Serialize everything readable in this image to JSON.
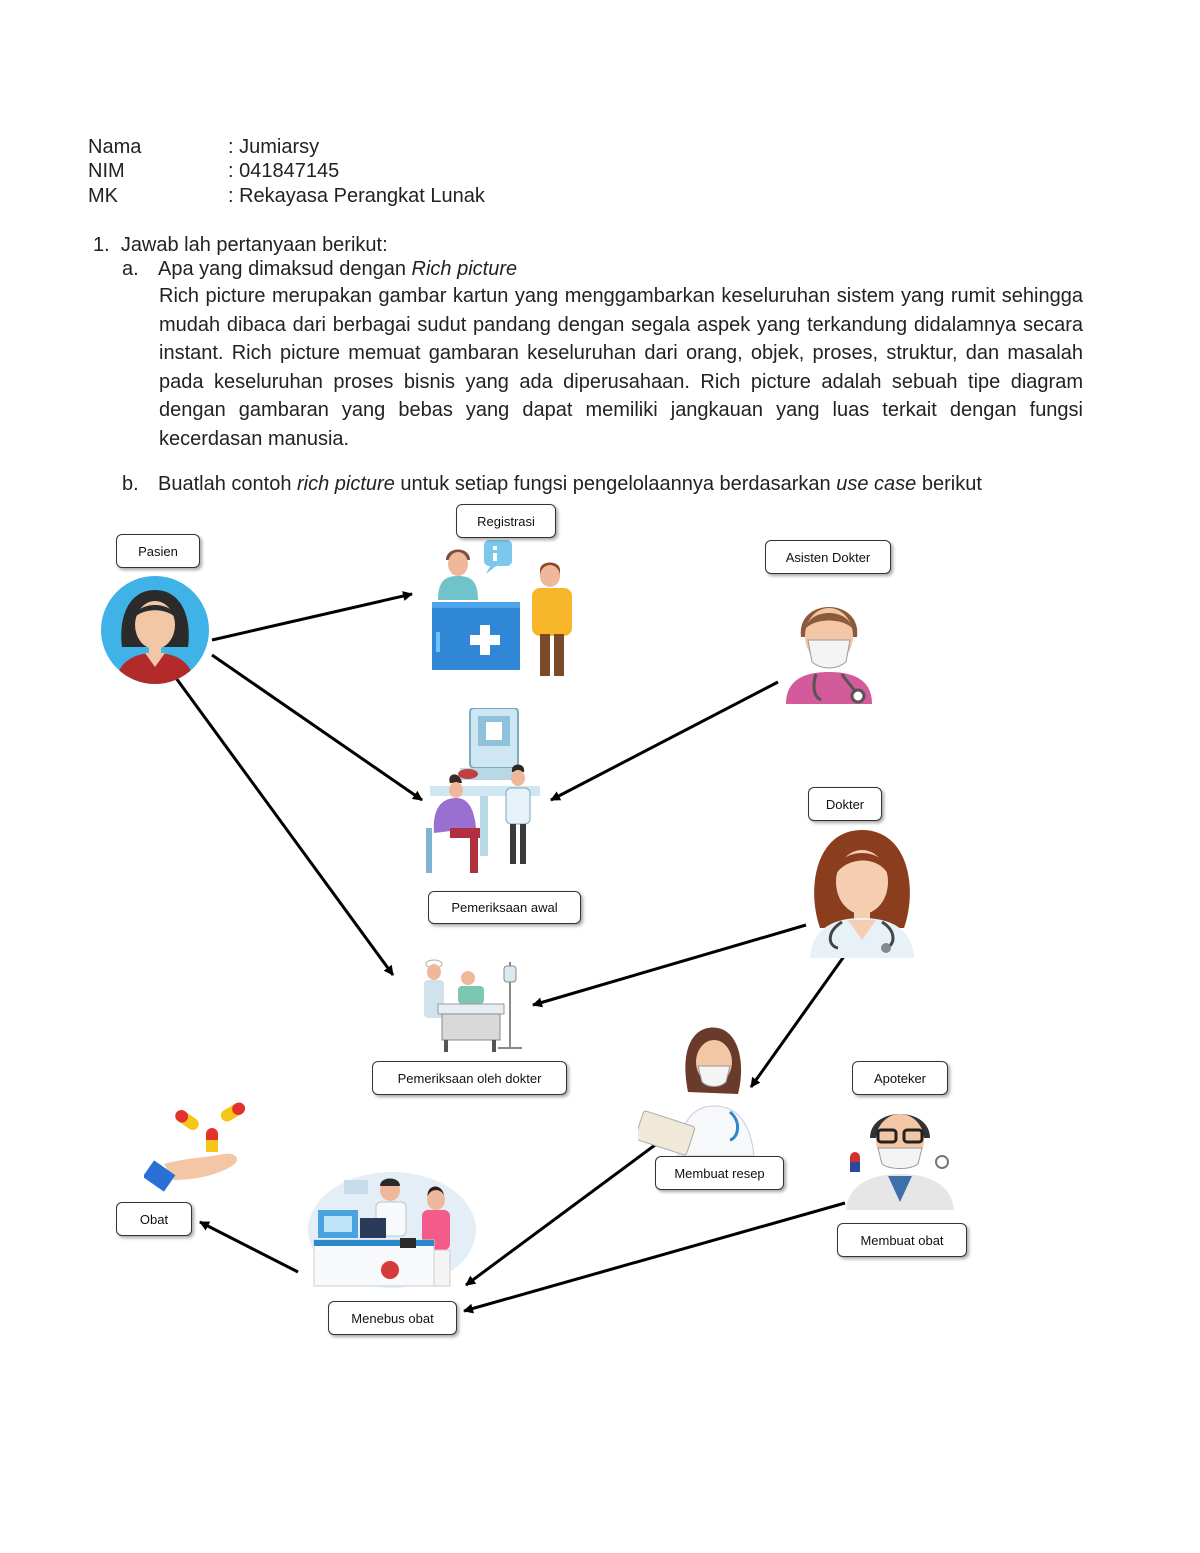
{
  "header": {
    "nama_label": "Nama",
    "nama_value": ": Jumiarsy",
    "nim_label": "NIM",
    "nim_value": ": 041847145",
    "mk_label": "MK",
    "mk_value": ": Rekayasa Perangkat Lunak"
  },
  "question1": {
    "number": "1.",
    "text": "Jawab lah pertanyaan berikut:",
    "a_label": "a.",
    "a_prefix": "Apa yang dimaksud dengan ",
    "a_italic": "Rich picture",
    "a_answer": "Rich picture merupakan gambar kartun yang menggambarkan keseluruhan sistem yang rumit sehingga mudah dibaca dari berbagai sudut pandang dengan segala aspek yang terkandung didalamnya secara instant. Rich picture memuat gambaran keseluruhan dari orang, objek, proses, struktur, dan masalah pada keseluruhan proses bisnis yang ada diperusahaan. Rich picture adalah sebuah tipe diagram dengan gambaran yang bebas yang dapat memiliki jangkauan yang luas terkait dengan fungsi kecerdasan manusia.",
    "b_label": "b.",
    "b_part1": "Buatlah contoh ",
    "b_italic1": "rich picture",
    "b_part2": " untuk setiap fungsi pengelolaannya berdasarkan ",
    "b_italic2": "use case",
    "b_part3": " berikut"
  },
  "diagram": {
    "labels": {
      "pasien": "Pasien",
      "registrasi": "Registrasi",
      "asisten": "Asisten Dokter",
      "pemeriksaan_awal": "Pemeriksaan awal",
      "dokter": "Dokter",
      "pemeriksaan_dokter": "Pemeriksaan oleh dokter",
      "apoteker": "Apoteker",
      "membuat_resep": "Membuat resep",
      "membuat_obat": "Membuat obat",
      "obat": "Obat",
      "menebus_obat": "Menebus obat"
    }
  }
}
